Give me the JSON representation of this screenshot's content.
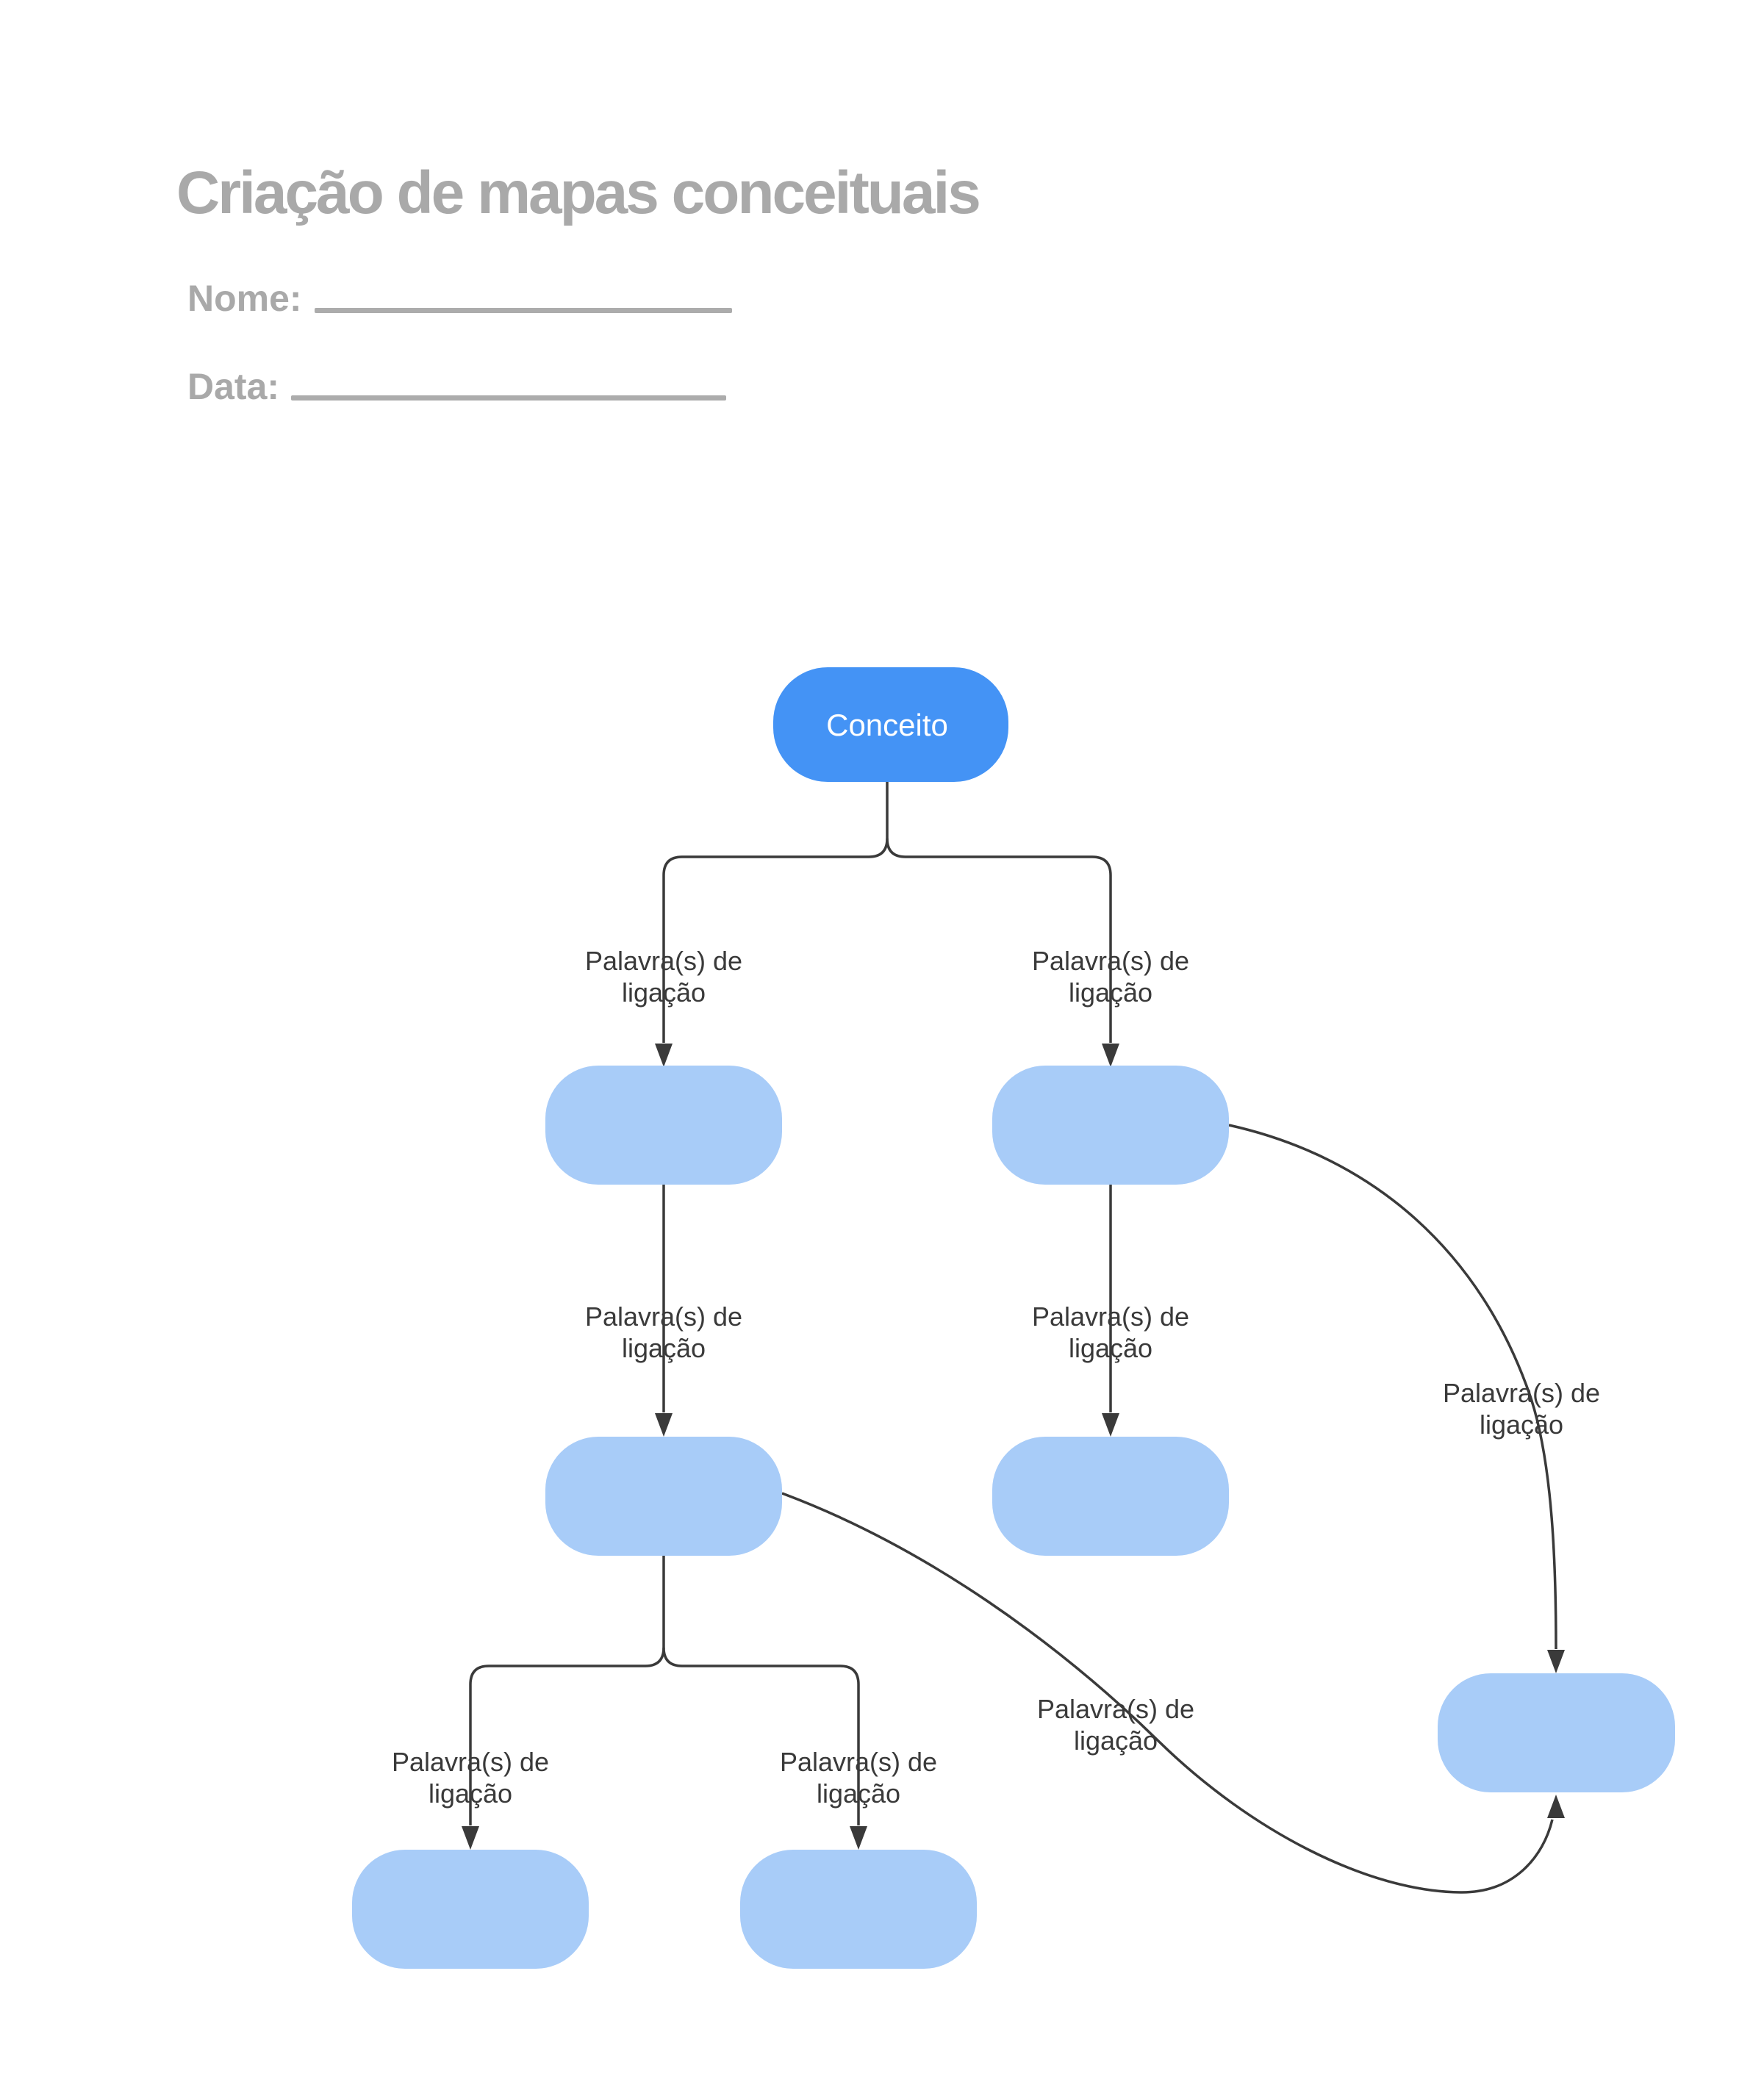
{
  "header": {
    "title": "Criação de mapas conceituais",
    "name_label": "Nome:",
    "date_label": "Data:"
  },
  "diagram": {
    "root": {
      "label": "Conceito"
    },
    "linking_phrase": {
      "line1": "Palavra(s) de",
      "line2": "ligação"
    },
    "colors": {
      "root_fill": "#4493F5",
      "root_text": "#FFFFFF",
      "node_fill": "#A8CCF8",
      "line": "#3A3A3A",
      "heading_text": "#A9A9A9",
      "rule_line": "#ACACAC"
    }
  }
}
